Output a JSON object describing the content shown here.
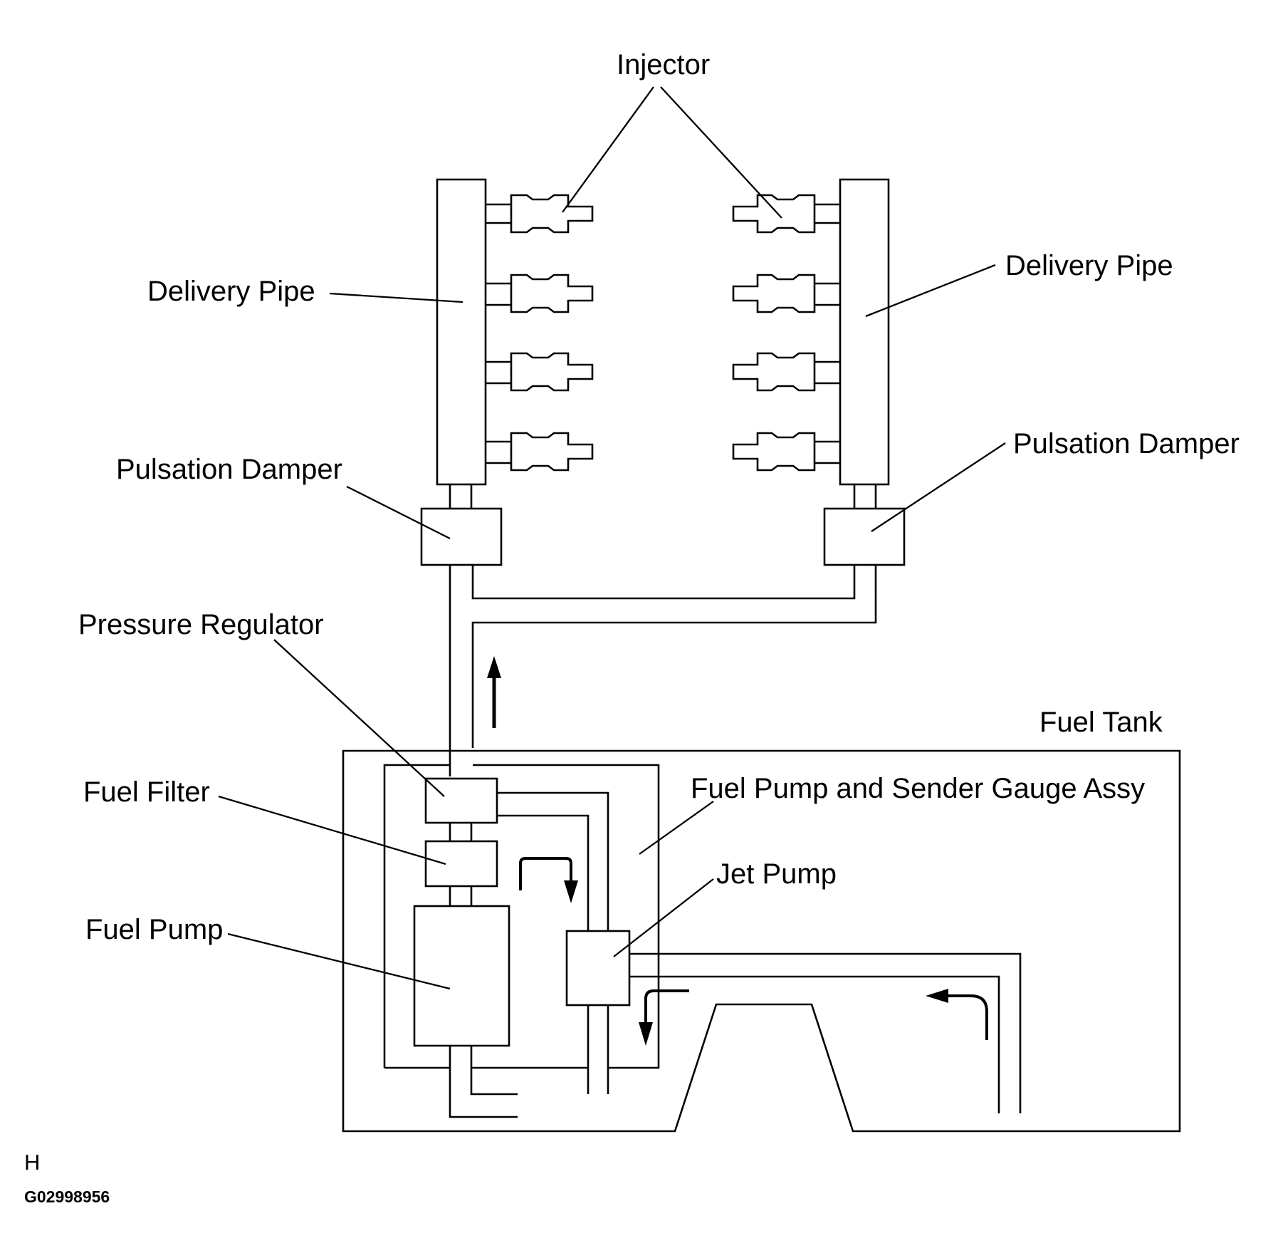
{
  "labels": {
    "injector": "Injector",
    "delivery_pipe_left": "Delivery Pipe",
    "delivery_pipe_right": "Delivery Pipe",
    "pulsation_damper_left": "Pulsation Damper",
    "pulsation_damper_right": "Pulsation Damper",
    "pressure_regulator": "Pressure Regulator",
    "fuel_tank": "Fuel Tank",
    "fuel_pump_sender_assy": "Fuel Pump and Sender Gauge Assy",
    "fuel_filter": "Fuel Filter",
    "jet_pump": "Jet Pump",
    "fuel_pump": "Fuel Pump"
  },
  "footer": {
    "mark": "H",
    "code": "G02998956"
  }
}
